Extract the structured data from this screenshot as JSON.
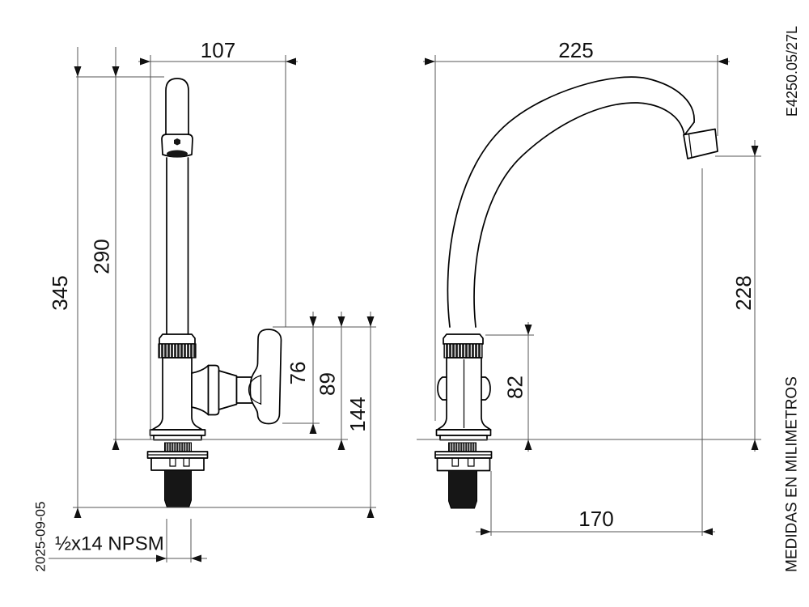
{
  "meta": {
    "product_code": "E4250.05/27L",
    "date_stamp": "2025-09-05",
    "units_note": "MEDIDAS EN MILIMETROS"
  },
  "side_view": {
    "dims": {
      "depth": "107",
      "spout_height": "290",
      "overall_height": "345",
      "handle_height": "76",
      "handle_to_deck": "89",
      "handle_to_shank_end": "144"
    },
    "thread_label": "½x14 NPSM"
  },
  "front_view": {
    "dims": {
      "reach": "225",
      "outlet_height": "228",
      "body_height": "82",
      "outlet_offset": "170"
    }
  }
}
